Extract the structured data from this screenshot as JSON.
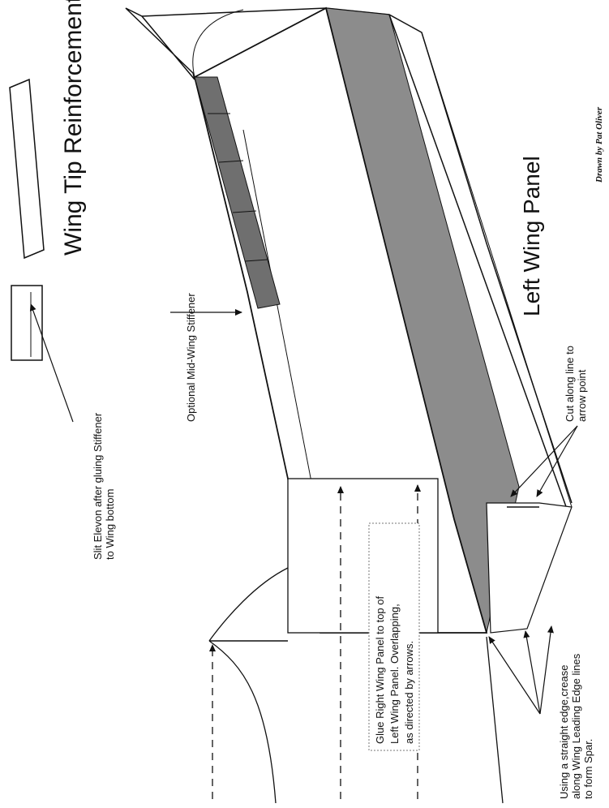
{
  "title": "Wing Tip Reinforcement",
  "panel_label": "Left Wing Panel",
  "credit": "Drawn by Pat Oliver",
  "annotations": {
    "slit_line1": "Slit Elevon after gluing Stiffener",
    "slit_line2": "to Wing bottom",
    "mid_stiffener": "Optional Mid-Wing Stiffener",
    "cut_line1": "Cut along line to",
    "cut_line2": "arrow point",
    "glue_line1": "Glue Right Wing Panel to top of",
    "glue_line2": "Left Wing Panel. Overlapping,",
    "glue_line3": "as directed by arrows.",
    "crease_line1": "Using a straight edge,crease",
    "crease_line2": "along Wing Leading Edge lines",
    "crease_line3": "to form Spar."
  },
  "colors": {
    "ink": "#111111",
    "spar_fill": "#8c8c8c",
    "stiffener_fill": "#6f6f6f",
    "paper": "#ffffff"
  }
}
